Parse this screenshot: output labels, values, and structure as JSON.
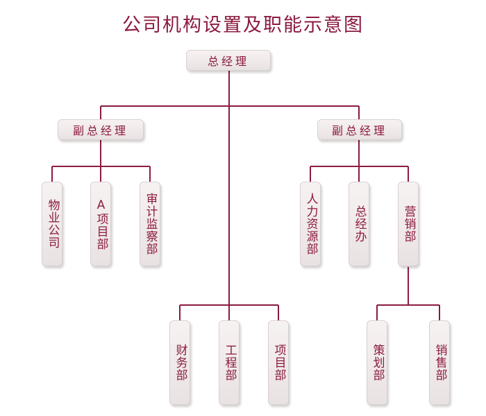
{
  "title": "公司机构设置及职能示意图",
  "nodes": {
    "gm": "总经理",
    "vp_left": "副总经理",
    "vp_right": "副总经理",
    "property": "物业公司",
    "project_a": "A项目部",
    "audit": "审计监察部",
    "hr": "人力资源部",
    "gm_office": "总经办",
    "marketing": "营销部",
    "finance": "财务部",
    "engineering": "工程部",
    "project": "项目部",
    "planning": "策划部",
    "sales": "销售部"
  },
  "colors": {
    "line": "#8b1a3e",
    "text": "#8b1a3e"
  }
}
